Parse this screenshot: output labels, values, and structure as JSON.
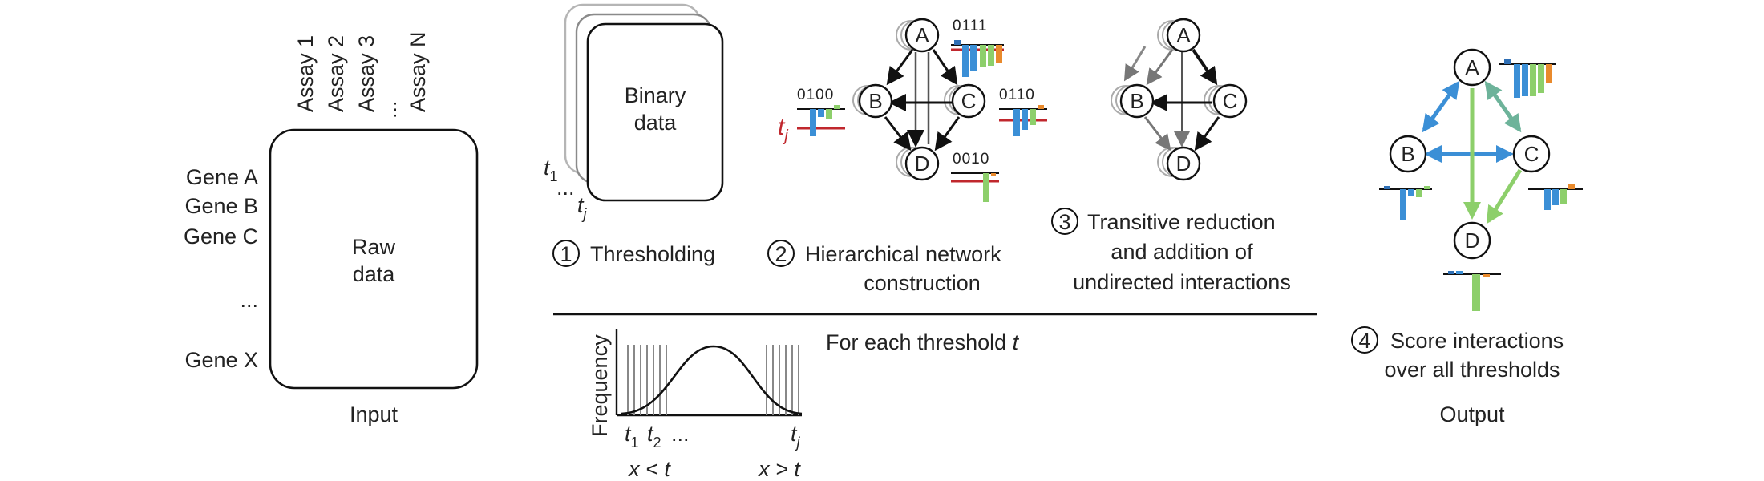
{
  "input": {
    "assays": [
      "Assay 1",
      "Assay 2",
      "Assay 3",
      "...",
      "Assay N"
    ],
    "genes": [
      "Gene A",
      "Gene B",
      "Gene C",
      "...",
      "Gene X"
    ],
    "box_line1": "Raw",
    "box_line2": "data",
    "caption": "Input"
  },
  "binary": {
    "line1": "Binary",
    "line2": "data",
    "t_first": "t",
    "t_first_sub": "1",
    "dots": "...",
    "t_last": "t",
    "t_last_sub": "j"
  },
  "steps": [
    {
      "num": "1",
      "lines": [
        "Thresholding"
      ]
    },
    {
      "num": "2",
      "lines": [
        "Hierarchical network",
        "construction"
      ]
    },
    {
      "num": "3",
      "lines": [
        "Transitive reduction",
        "and addition of",
        "undirected interactions"
      ]
    },
    {
      "num": "4",
      "lines": [
        "Score interactions",
        "over all thresholds"
      ]
    }
  ],
  "network": {
    "nodes": [
      "A",
      "B",
      "C",
      "D"
    ],
    "bit_labels": {
      "A": "0111",
      "B": "0100",
      "C": "0110",
      "D": "0010"
    },
    "threshold_label": "t",
    "threshold_sub": "j"
  },
  "histogram": {
    "ylabel": "Frequency",
    "t1": "t",
    "t1_sub": "1",
    "t2": "t",
    "t2_sub": "2",
    "dots": "...",
    "tj": "t",
    "tj_sub": "j",
    "left_cond": "x < t",
    "right_cond": "x > t",
    "caption_prefix": "For each threshold ",
    "caption_var": "t"
  },
  "output": {
    "caption": "Output"
  },
  "colors": {
    "blue": "#3b8fd6",
    "teal": "#6db39a",
    "green": "#8dcf6b",
    "orange": "#e98a2c",
    "threshold_red": "#c0272d",
    "dark_blue": "#2f6fb5"
  }
}
